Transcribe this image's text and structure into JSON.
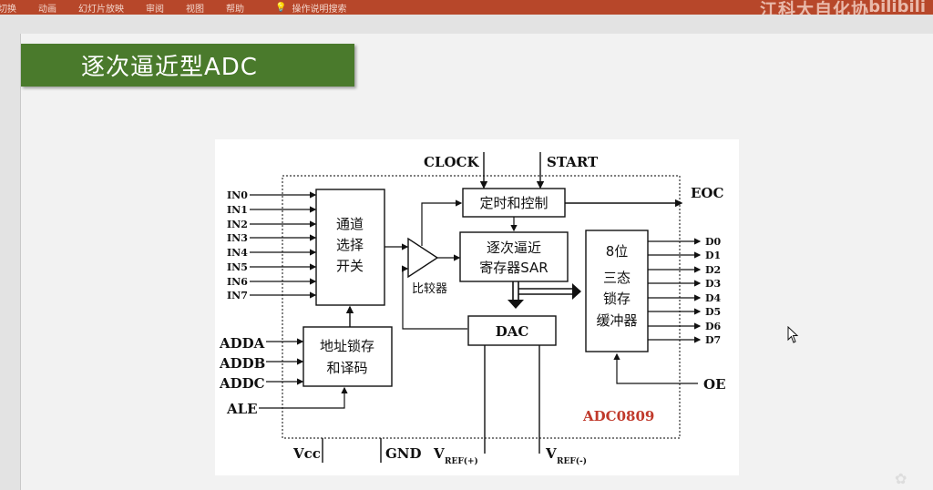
{
  "ribbon": {
    "tabs": [
      "切换",
      "动画",
      "幻灯片放映",
      "审阅",
      "视图",
      "帮助"
    ],
    "tell_me": "操作说明搜索",
    "watermark": "江科大自化协",
    "site_logo": "bilibili"
  },
  "slide": {
    "title": "逐次逼近型ADC"
  },
  "diagram": {
    "inputs": [
      "IN0",
      "IN1",
      "IN2",
      "IN3",
      "IN4",
      "IN5",
      "IN6",
      "IN7"
    ],
    "address_inputs": [
      "ADDA",
      "ADDB",
      "ADDC"
    ],
    "ale": "ALE",
    "clock": "CLOCK",
    "start": "START",
    "eoc": "EOC",
    "oe": "OE",
    "outputs": [
      "D0",
      "D1",
      "D2",
      "D3",
      "D4",
      "D5",
      "D6",
      "D7"
    ],
    "mux_lines": [
      "通道",
      "选择",
      "开关"
    ],
    "latch_lines": [
      "地址锁存",
      "和译码"
    ],
    "timing_label": "定时和控制",
    "sar_lines": [
      "逐次逼近",
      "寄存器SAR"
    ],
    "comparator_label": "比较器",
    "dac_label": "DAC",
    "buffer_lines": [
      "8位",
      "三态",
      "锁存",
      "缓冲器"
    ],
    "chip_name": "ADC0809",
    "vcc": "Vcc",
    "gnd": "GND",
    "vref_plus": "V",
    "vref_plus_sub": "REF(+)",
    "vref_minus": "V",
    "vref_minus_sub": "REF(-)",
    "chip_name_color": "#c0392b"
  }
}
